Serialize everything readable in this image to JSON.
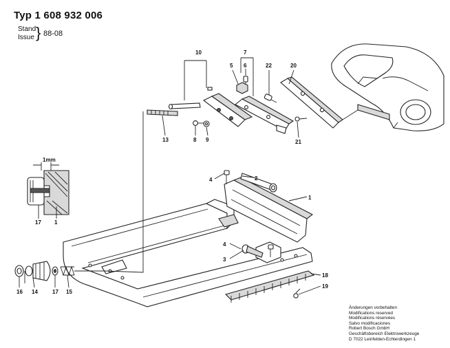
{
  "header": {
    "title": "Typ 1 608 932 006",
    "stand_label": "Stand",
    "issue_label": "Issue",
    "stand_value": "88-08"
  },
  "callouts": {
    "c1": "1",
    "c2": "2",
    "c3": "3",
    "c4a": "4",
    "c4b": "4",
    "c5": "5",
    "c6": "6",
    "c7": "7",
    "c8": "8",
    "c9": "9",
    "c10": "10",
    "c13": "13",
    "c14": "14",
    "c15": "15",
    "c16": "16",
    "c17a": "17",
    "c17b": "17",
    "c1b": "1",
    "c18": "18",
    "c19": "19",
    "c20": "20",
    "c21": "21",
    "c22": "22",
    "dim_1mm": "1mm"
  },
  "notes": [
    "Änderungen vorbehalten",
    "Modifications reserved",
    "Modifications réservées",
    "Salvo modificaciones",
    "Robert Bosch GmbH",
    "Geschäftsbereich Elektrowerkzeuge",
    "D 7022 Leinfelden-Echterdingen 1"
  ]
}
